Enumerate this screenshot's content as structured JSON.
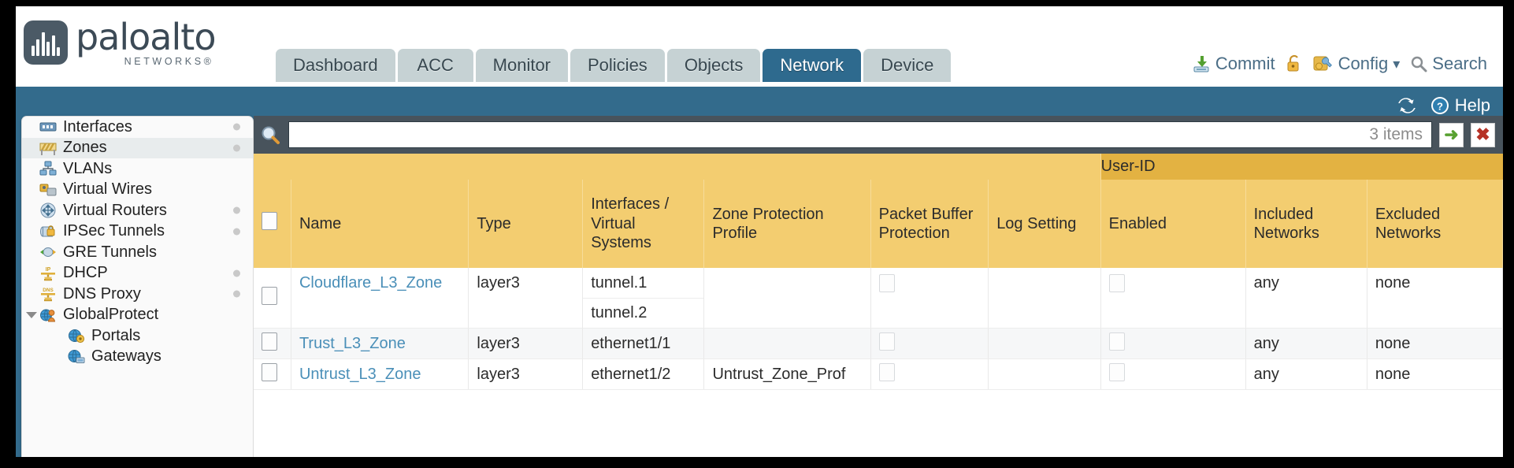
{
  "brand": {
    "name": "paloalto",
    "sub": "NETWORKS®"
  },
  "header": {
    "tabs": [
      {
        "label": "Dashboard",
        "active": false
      },
      {
        "label": "ACC",
        "active": false
      },
      {
        "label": "Monitor",
        "active": false
      },
      {
        "label": "Policies",
        "active": false
      },
      {
        "label": "Objects",
        "active": false
      },
      {
        "label": "Network",
        "active": true
      },
      {
        "label": "Device",
        "active": false
      }
    ],
    "tools": [
      {
        "label": "Commit",
        "icon": "commit-icon"
      },
      {
        "label": "",
        "icon": "lock-icon"
      },
      {
        "label": "Config",
        "icon": "config-icon",
        "caret": "▾"
      },
      {
        "label": "Search",
        "icon": "search-icon"
      }
    ]
  },
  "blue_tools": [
    {
      "label": "",
      "icon": "refresh-icon"
    },
    {
      "label": "Help",
      "icon": "help-icon"
    }
  ],
  "sidebar": {
    "items": [
      {
        "label": "Interfaces",
        "icon": "interfaces-icon",
        "dot": true,
        "selected": false,
        "child": false,
        "caret": false
      },
      {
        "label": "Zones",
        "icon": "zones-icon",
        "dot": true,
        "selected": true,
        "child": false,
        "caret": false
      },
      {
        "label": "VLANs",
        "icon": "vlans-icon",
        "dot": false,
        "selected": false,
        "child": false,
        "caret": false
      },
      {
        "label": "Virtual Wires",
        "icon": "virtual-wires-icon",
        "dot": false,
        "selected": false,
        "child": false,
        "caret": false
      },
      {
        "label": "Virtual Routers",
        "icon": "virtual-routers-icon",
        "dot": true,
        "selected": false,
        "child": false,
        "caret": false
      },
      {
        "label": "IPSec Tunnels",
        "icon": "ipsec-tunnels-icon",
        "dot": true,
        "selected": false,
        "child": false,
        "caret": false
      },
      {
        "label": "GRE Tunnels",
        "icon": "gre-tunnels-icon",
        "dot": false,
        "selected": false,
        "child": false,
        "caret": false
      },
      {
        "label": "DHCP",
        "icon": "dhcp-icon",
        "dot": true,
        "selected": false,
        "child": false,
        "caret": false
      },
      {
        "label": "DNS Proxy",
        "icon": "dns-proxy-icon",
        "dot": true,
        "selected": false,
        "child": false,
        "caret": false
      },
      {
        "label": "GlobalProtect",
        "icon": "globalprotect-icon",
        "dot": false,
        "selected": false,
        "child": false,
        "caret": true
      },
      {
        "label": "Portals",
        "icon": "portals-icon",
        "dot": false,
        "selected": false,
        "child": true,
        "caret": false
      },
      {
        "label": "Gateways",
        "icon": "gateways-icon",
        "dot": false,
        "selected": false,
        "child": true,
        "caret": false
      }
    ]
  },
  "search": {
    "value": "",
    "placeholder": "",
    "item_count": "3 items",
    "apply_icon": "➜",
    "clear_icon": "✖"
  },
  "table": {
    "group_header": "User-ID",
    "columns": [
      "Name",
      "Type",
      "Interfaces / Virtual Systems",
      "Zone Protection Profile",
      "Packet Buffer Protection",
      "Log Setting",
      "Enabled",
      "Included Networks",
      "Excluded Networks"
    ],
    "rows": [
      {
        "name": "Cloudflare_L3_Zone",
        "type": "layer3",
        "interfaces": [
          "tunnel.1",
          "tunnel.2"
        ],
        "zone_protection_profile": "",
        "packet_buffer_protection": false,
        "log_setting": "",
        "userid_enabled": false,
        "included_networks": "any",
        "excluded_networks": "none"
      },
      {
        "name": "Trust_L3_Zone",
        "type": "layer3",
        "interfaces": [
          "ethernet1/1"
        ],
        "zone_protection_profile": "",
        "packet_buffer_protection": false,
        "log_setting": "",
        "userid_enabled": false,
        "included_networks": "any",
        "excluded_networks": "none"
      },
      {
        "name": "Untrust_L3_Zone",
        "type": "layer3",
        "interfaces": [
          "ethernet1/2"
        ],
        "zone_protection_profile": "Untrust_Zone_Prof",
        "packet_buffer_protection": false,
        "log_setting": "",
        "userid_enabled": false,
        "included_networks": "any",
        "excluded_networks": "none"
      }
    ]
  },
  "colors": {
    "brand_blue": "#336b8c",
    "active_tab": "#2e6a8e",
    "tab_bg": "#c6d2d4",
    "table_header": "#f3cd70",
    "group_header": "#e3b242",
    "link": "#4a8fb8",
    "panel_dark": "#48535c"
  }
}
